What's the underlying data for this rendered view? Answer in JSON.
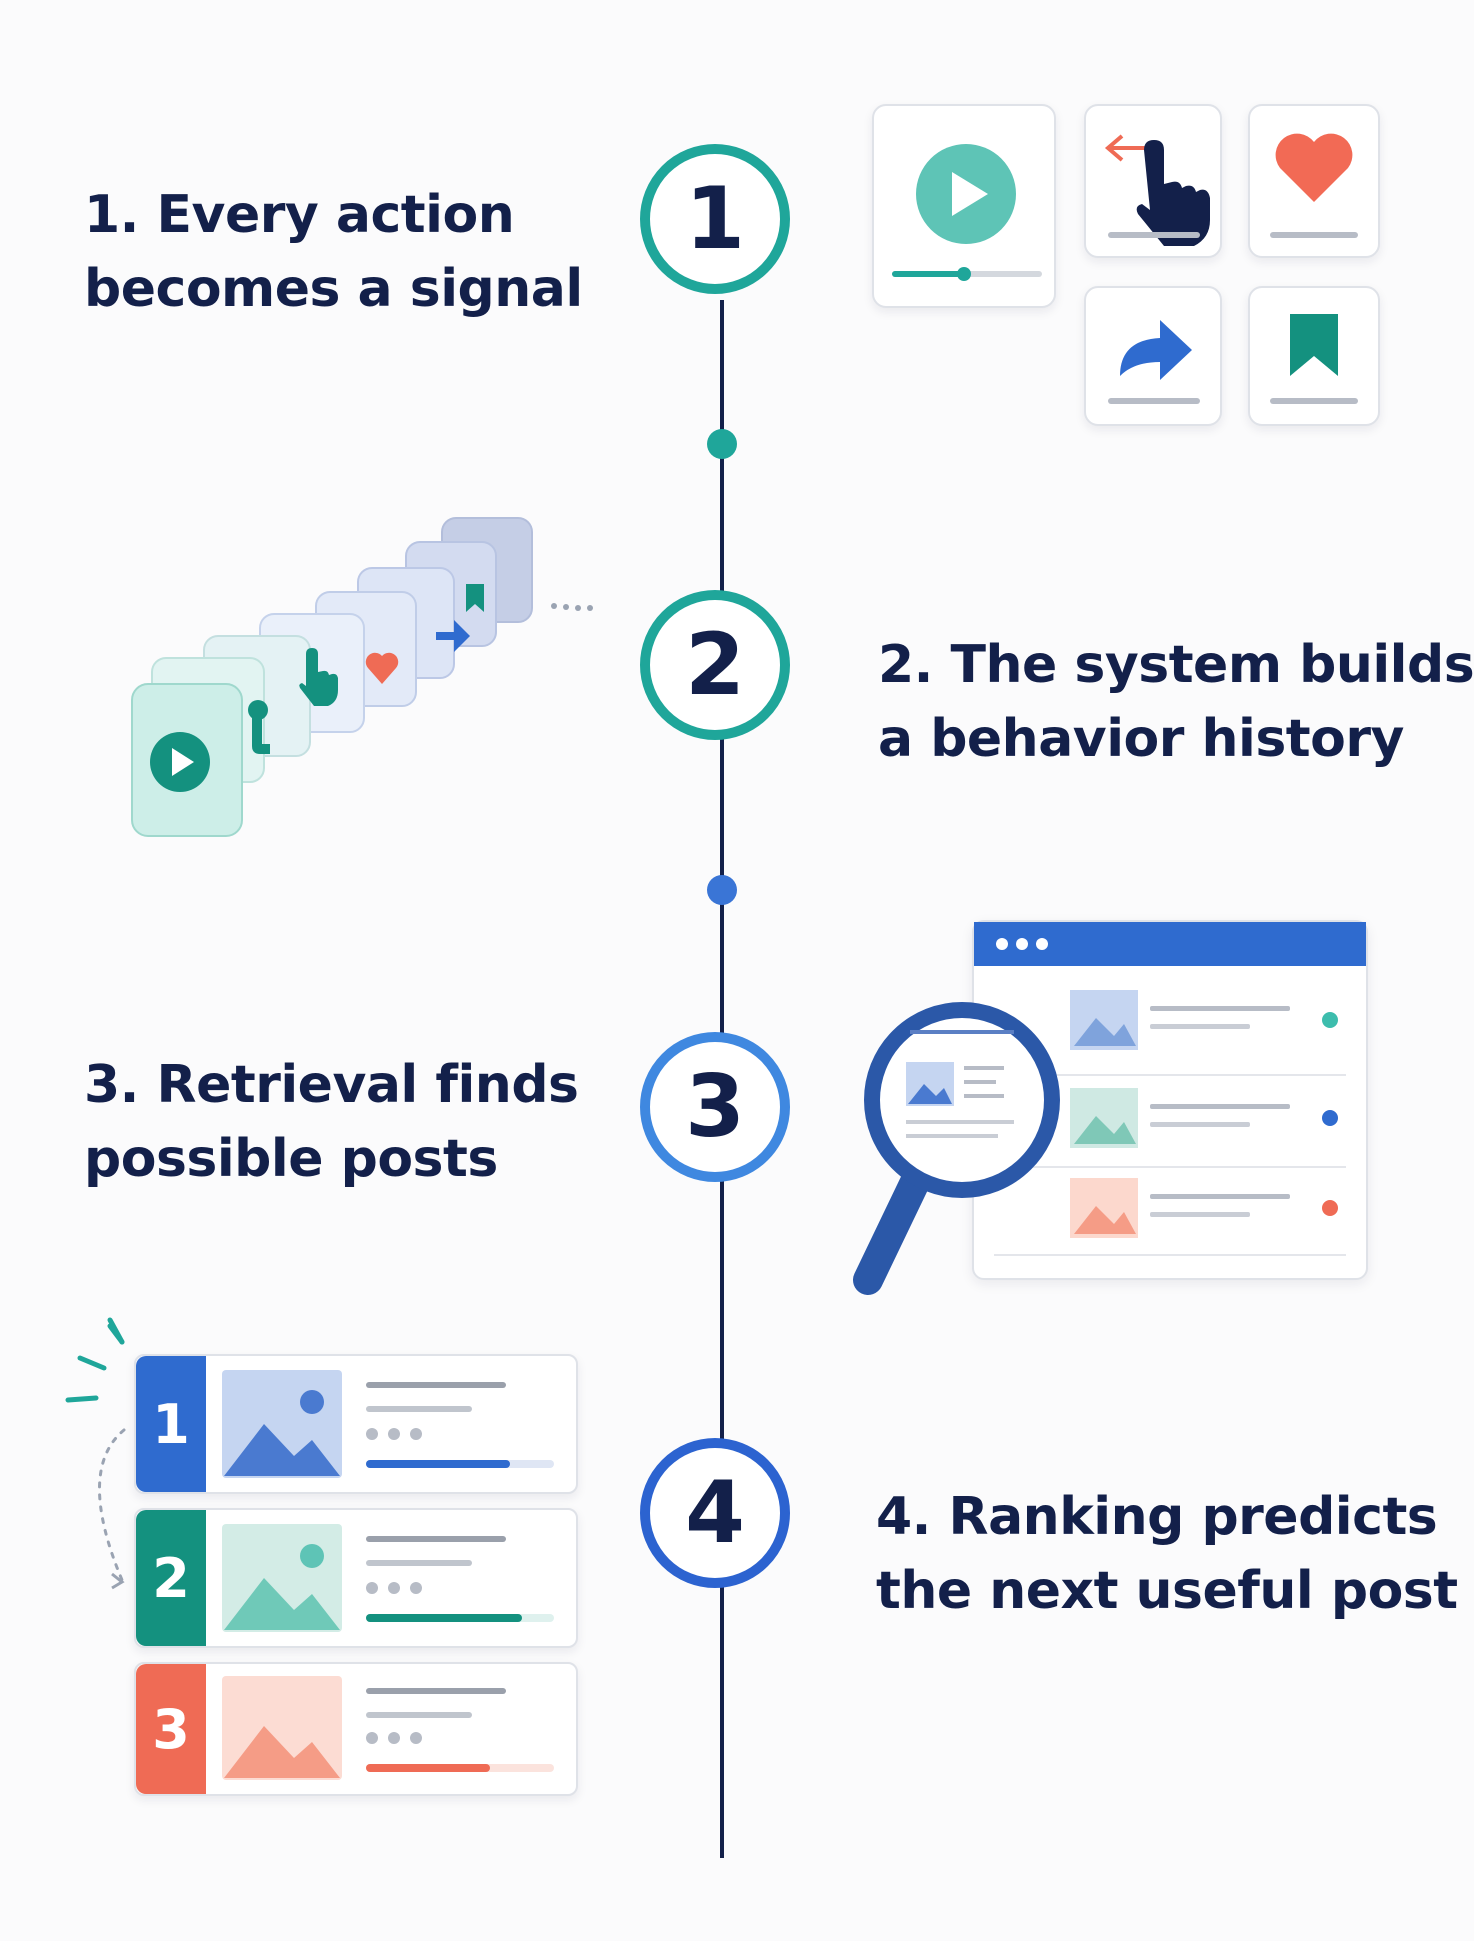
{
  "steps": [
    {
      "number": "1",
      "title_line1": "1. Every action",
      "title_line2": "becomes a signal",
      "ring_color": "#1fa69a"
    },
    {
      "number": "2",
      "title_line1": "2. The system builds",
      "title_line2": "a behavior history",
      "ring_color": "#1fa69a"
    },
    {
      "number": "3",
      "title_line1": "3. Retrieval finds",
      "title_line2": "possible posts",
      "ring_color": "#3f88e0"
    },
    {
      "number": "4",
      "title_line1": "4. Ranking predicts",
      "title_line2": "the next useful post",
      "ring_color": "#2c63d0"
    }
  ],
  "signal_icons": [
    "play-icon",
    "swipe-pointer-icon",
    "heart-icon",
    "share-icon",
    "bookmark-icon"
  ],
  "ranked_list": [
    {
      "rank": "1",
      "color": "#2f6bcf"
    },
    {
      "rank": "2",
      "color": "#14917f"
    },
    {
      "rank": "3",
      "color": "#ef6b55"
    }
  ],
  "colors": {
    "navy": "#13204a",
    "teal": "#1fa69a",
    "blue": "#2f6bcf",
    "coral": "#ef6b55"
  }
}
